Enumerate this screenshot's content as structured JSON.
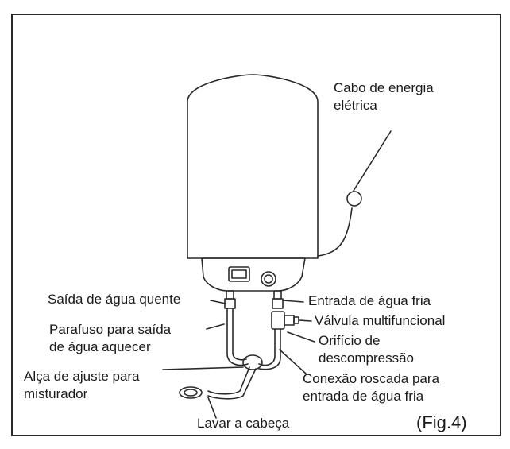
{
  "labels": {
    "power_cable": [
      "Cabo de energia",
      "elétrica"
    ],
    "hot_outlet": "Saída de água quente",
    "cold_inlet": "Entrada de água fria",
    "screw": [
      "Parafuso para saída",
      "de água aquecer"
    ],
    "multi_valve": "Válvula multifuncional",
    "relief_hole": [
      "Orifício de",
      "descompressão"
    ],
    "mixer_handle": [
      "Alça de ajuste para",
      "misturador"
    ],
    "threaded_conn": [
      "Conexão roscada para",
      "entrada de água fria"
    ],
    "shower_head": "Lavar a cabeça"
  },
  "figure_caption": "(Fig.4)"
}
